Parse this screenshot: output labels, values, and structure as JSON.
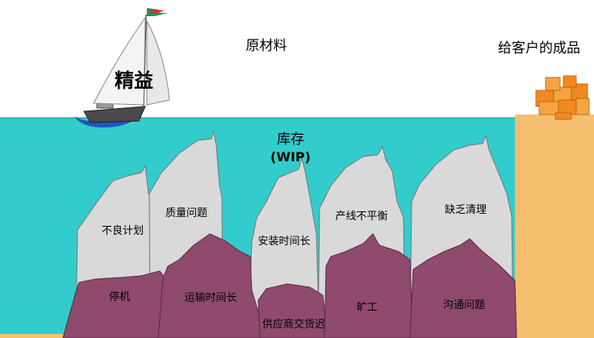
{
  "labels": {
    "raw_material": "原材料",
    "finished_goods": "给客户的成品",
    "lean": "精益",
    "inventory": "库存",
    "wip": "(WIP)"
  },
  "upper_rocks": [
    "不良计划",
    "质量问题",
    "安装时间长",
    "产线不平衡",
    "缺乏清理"
  ],
  "lower_rocks": [
    "停机",
    "运输时间长",
    "供应商交货迟",
    "旷工",
    "沟通问题"
  ],
  "colors": {
    "water": "#33CCCC",
    "rock_upper": "#D9D9D9",
    "rock_lower": "#8F4A6E",
    "shore": "#F5BE6E",
    "sea_floor": "#F2C46E",
    "boxes": "#F08A1E"
  }
}
